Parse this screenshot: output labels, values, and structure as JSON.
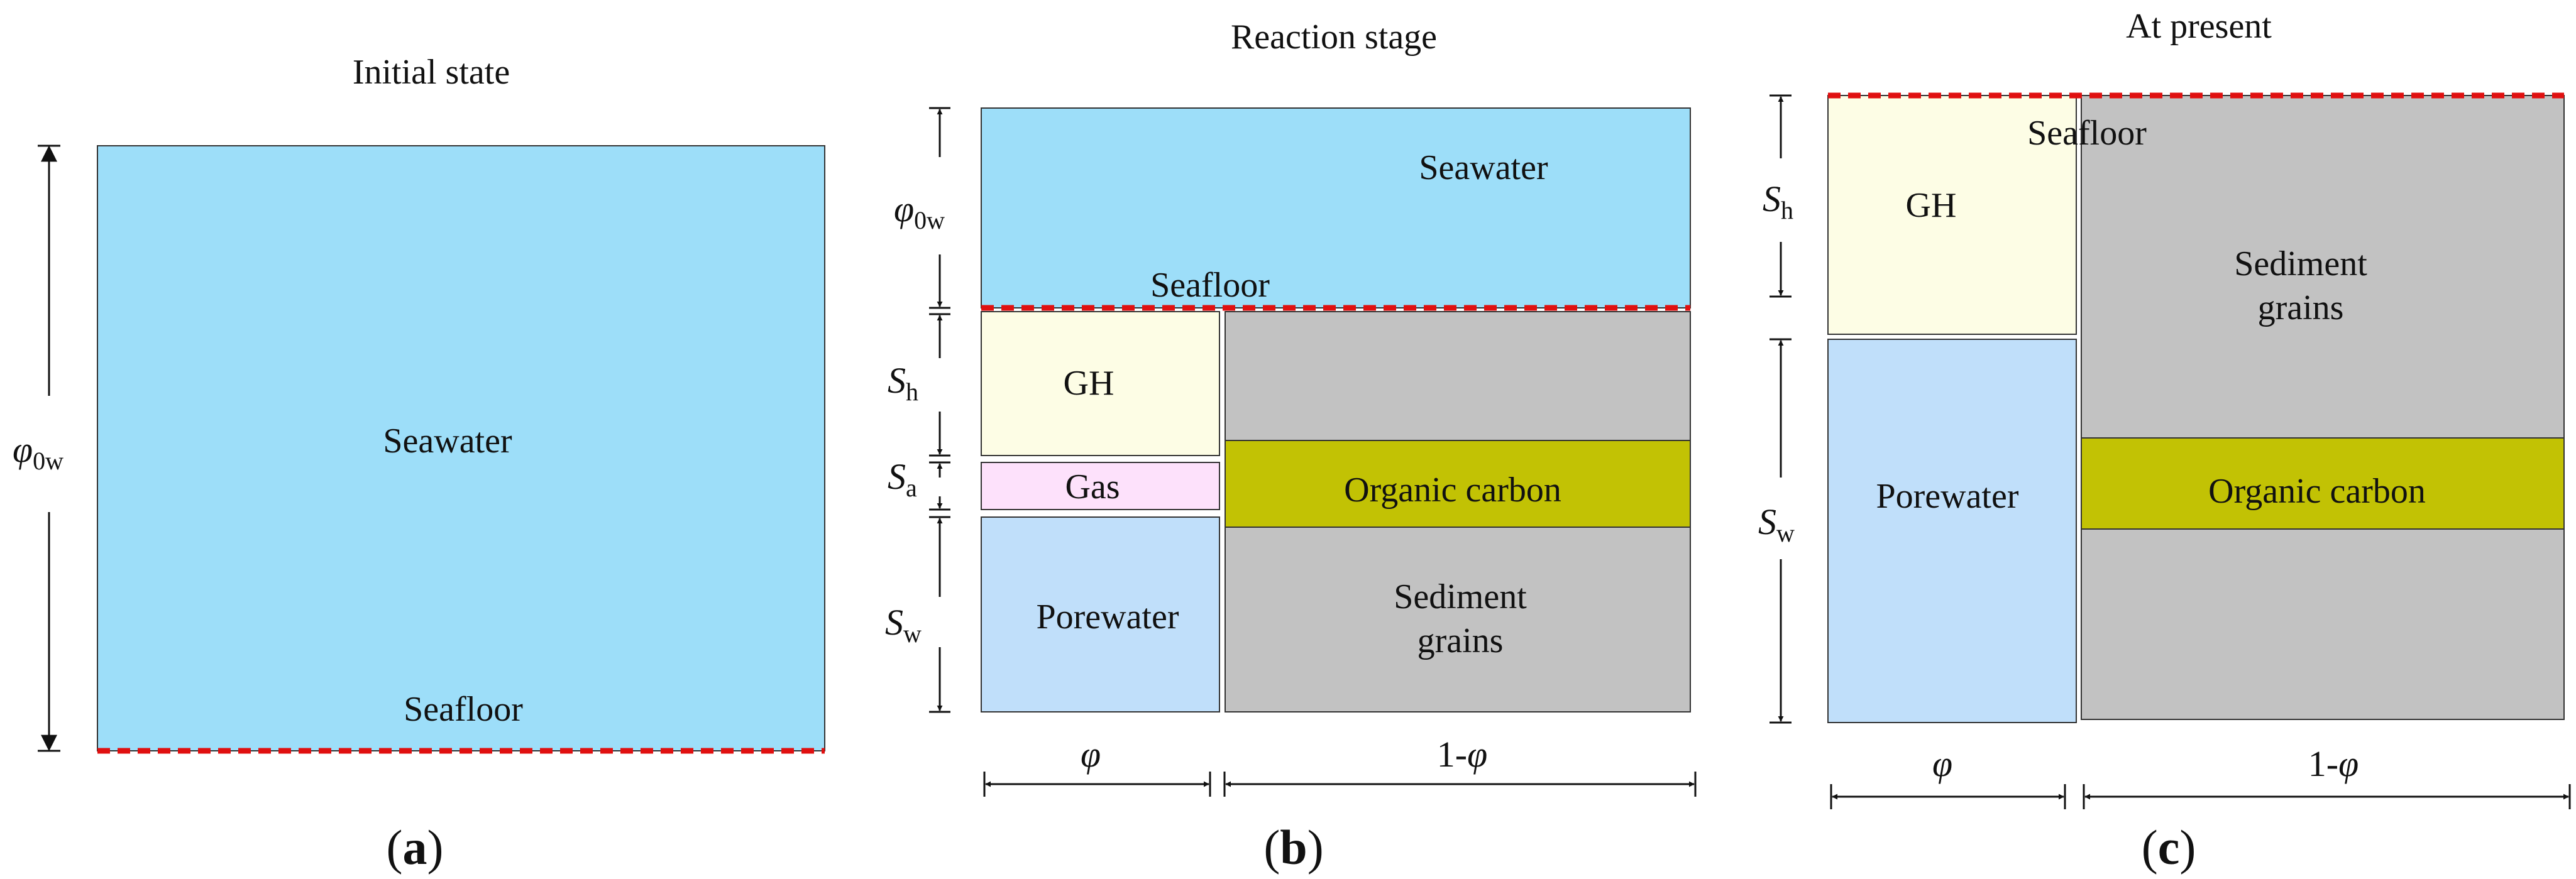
{
  "colors": {
    "seawater": "#9ddef9",
    "porewater": "#c0dffa",
    "gh": "#fdfde5",
    "gas": "#fde1fb",
    "sediment": "#c2c2c2",
    "organic": "#c2c204",
    "seafloor_line": "#e01010",
    "outline": "#333333"
  },
  "panels": {
    "a": {
      "caption_open": "(",
      "caption_letter": "a",
      "caption_close": ")",
      "title": "Initial state",
      "seawater": "Seawater",
      "seafloor": "Seafloor",
      "phi0w_symbol": "φ",
      "phi0w_sub": "0w"
    },
    "b": {
      "caption_open": "(",
      "caption_letter": "b",
      "caption_close": ")",
      "title": "Reaction stage",
      "seawater": "Seawater",
      "seafloor": "Seafloor",
      "gh": "GH",
      "gas": "Gas",
      "porewater": "Porewater",
      "organic": "Organic carbon",
      "sediment_line1": "Sediment",
      "sediment_line2": "grains",
      "phi0w_symbol": "φ",
      "phi0w_sub": "0w",
      "sh_symbol": "S",
      "sh_sub": "h",
      "sa_symbol": "S",
      "sa_sub": "a",
      "sw_symbol": "S",
      "sw_sub": "w",
      "phi": "φ",
      "one_minus_phi_prefix": "1-",
      "one_minus_phi_symbol": "φ"
    },
    "c": {
      "caption_open": "(",
      "caption_letter": "c",
      "caption_close": ")",
      "title": "At present",
      "seafloor": "Seafloor",
      "gh": "GH",
      "porewater": "Porewater",
      "organic": "Organic carbon",
      "sediment_line1": "Sediment",
      "sediment_line2": "grains",
      "sh_symbol": "S",
      "sh_sub": "h",
      "sw_symbol": "S",
      "sw_sub": "w",
      "phi": "φ",
      "one_minus_phi_prefix": "1-",
      "one_minus_phi_symbol": "φ"
    }
  }
}
